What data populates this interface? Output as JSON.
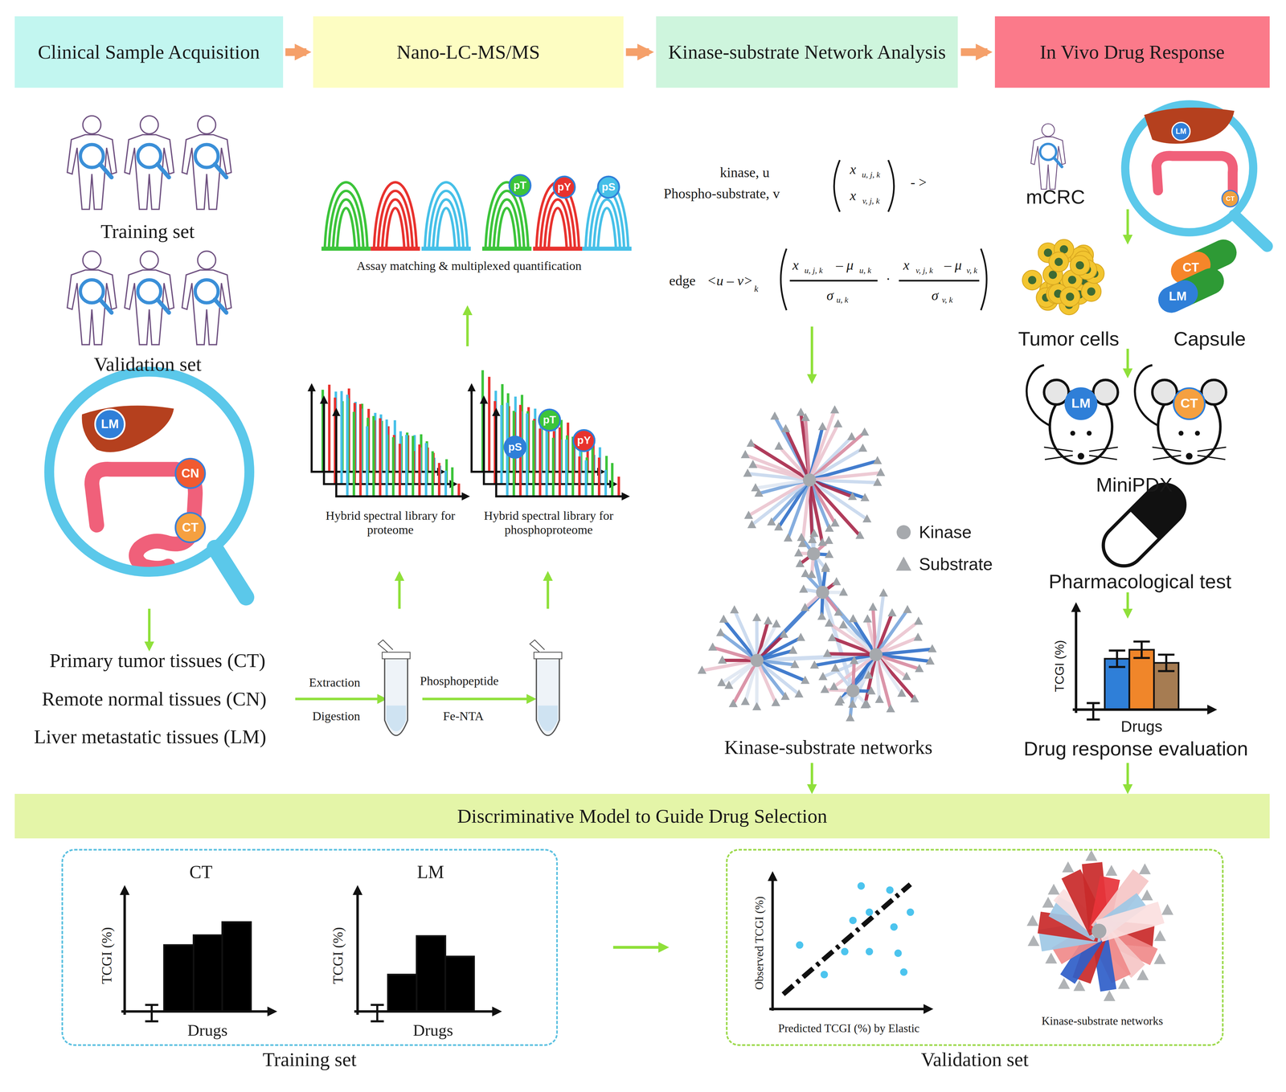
{
  "diagram": {
    "nodes": [
      {
        "text": [
          "Clinical Sample Acquisition"
        ]
      },
      {
        "text": [
          "Nano-LC-MS/MS"
        ]
      },
      {
        "text": [
          "Kinase-substrate Network Analysis"
        ]
      },
      {
        "text": [
          "In Vivo Drug Response"
        ]
      },
      {
        "text": [
          "Discriminative Model to Guide Drug Selection"
        ]
      },
      {
        "text": [
          "Training set"
        ]
      },
      {
        "text": [
          "Validation set"
        ]
      }
    ],
    "edges": [
      {
        "from": 0,
        "to": 1,
        "arrow": "to"
      },
      {
        "from": 1,
        "to": 2,
        "arrow": "to"
      },
      {
        "from": 2,
        "to": 3,
        "arrow": "to"
      },
      {
        "from": 5,
        "to": 6,
        "arrow": "to"
      }
    ],
    "labels": [
      "Training set",
      "Validation set",
      "LM",
      "CN",
      "CT",
      "Primary tumor tissues (CT)",
      "Remote normal tissues (CN)",
      "Liver metastatic tissues (LM)",
      "Extraction",
      "Digestion",
      "Phosphopeptide",
      "Fe-NTA",
      "Hybrid spectral library for proteome",
      "Hybrid spectral library for phosphoproteome",
      "pS",
      "pT",
      "pY",
      "pT",
      "pY",
      "pS",
      "Assay matching & multiplexed quantification",
      "kinase, u",
      "Phospho-substrate, v",
      "x",
      "u, j, k",
      "x",
      "v, j, k",
      "- >",
      "edge",
      "<u – v>",
      "k",
      "x",
      "u, j, k",
      "– μ",
      "u, k",
      "·",
      "x",
      "v, j, k",
      "– μ",
      "v, k",
      "σ",
      "u, k",
      "σ",
      "v, k",
      "Kinase-substrate networks",
      "mCRC",
      "LM",
      "CT",
      "Tumor cells",
      "CT",
      "LM",
      "Capsule",
      "LM",
      "CT",
      "MiniPDX",
      "Pharmacological test",
      "TCGI (%)",
      "Drugs",
      "Drug response evaluation",
      "CT",
      "TCGI (%)",
      "Drugs",
      "LM",
      "TCGI (%)",
      "Drugs",
      "Observed TCGI (%)",
      "Predicted TCGI (%) by Elastic",
      "Kinase-substrate networks"
    ],
    "legend": [
      {
        "text": "Kinase"
      },
      {
        "text": "Substrate"
      }
    ]
  }
}
